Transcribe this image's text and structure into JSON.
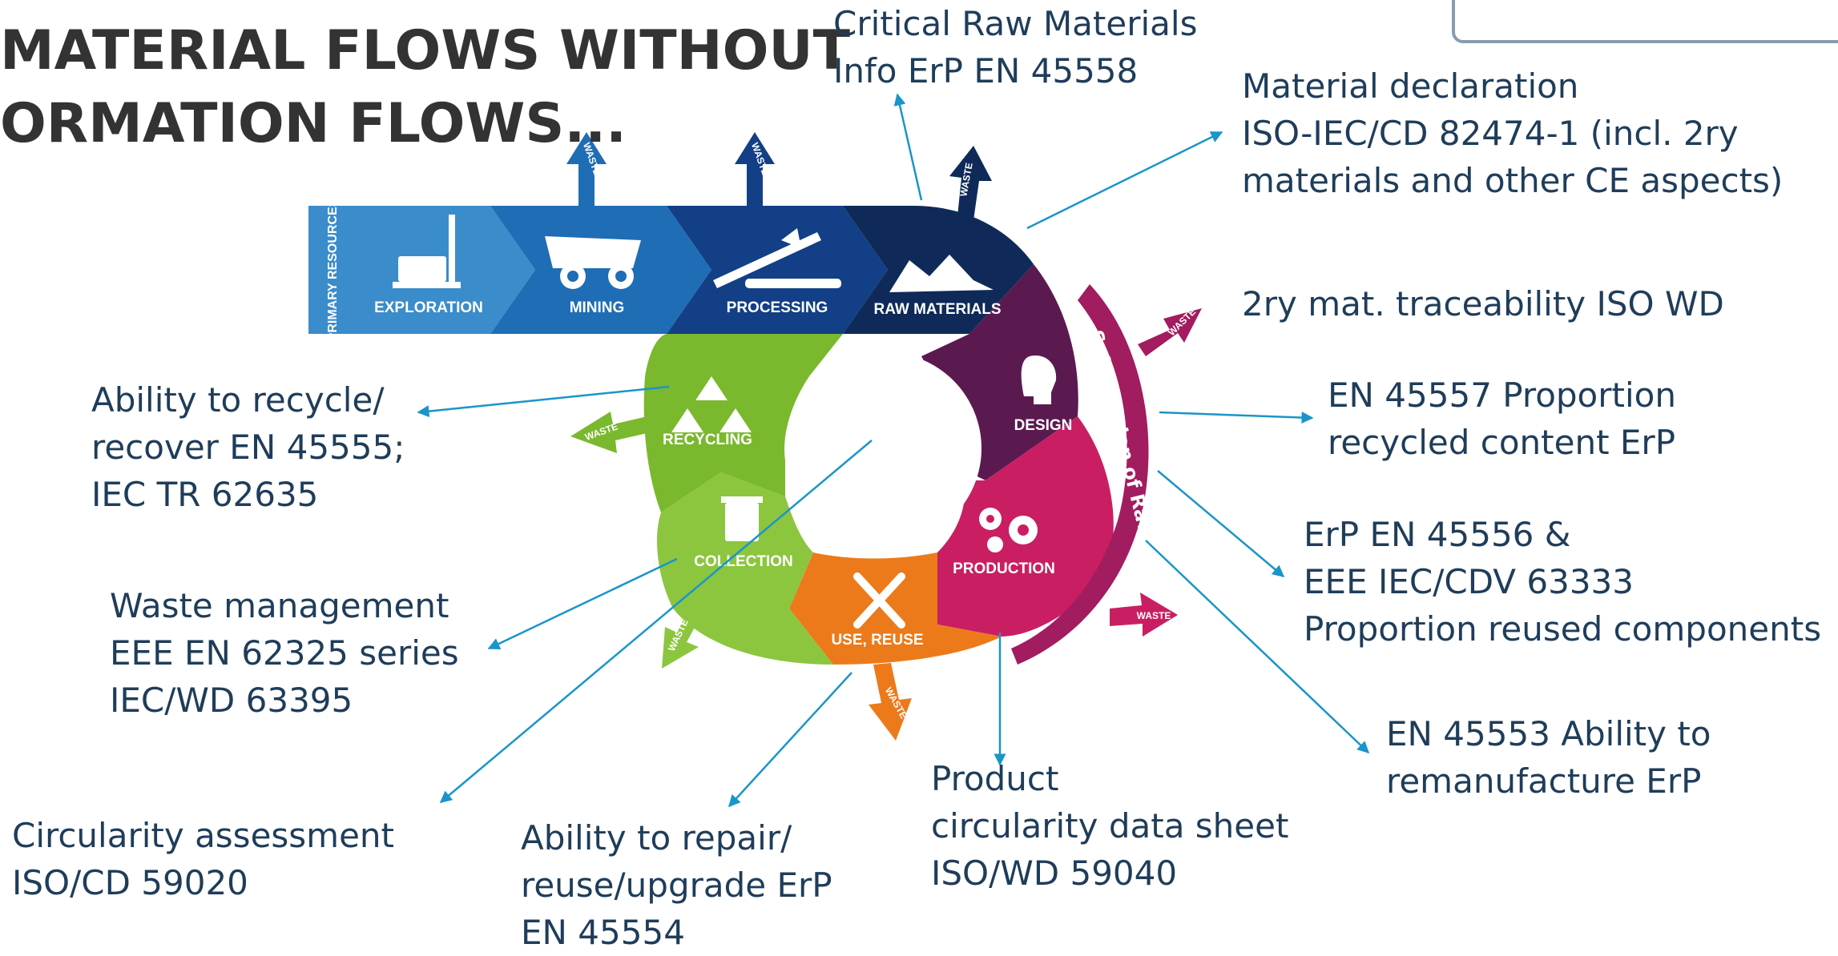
{
  "title": {
    "line1": "MATERIAL FLOWS WITHOUT",
    "line2": "ORMATION FLOWS..."
  },
  "segments": {
    "primary_resources": "PRIMARY RESOURCES",
    "exploration": "EXPLORATION",
    "mining": "MINING",
    "processing": "PROCESSING",
    "raw_materials": "RAW MATERIALS",
    "design": "DESIGN",
    "production": "PRODUCTION",
    "use_reuse": "USE, REUSE",
    "collection": "COLLECTION",
    "recycling": "RECYCLING"
  },
  "waste_label": "WASTE",
  "substitution_label": "Substitution of Raw Materials",
  "labels": {
    "critical_raw": [
      "Critical Raw Materials",
      "Info ErP EN 45558"
    ],
    "material_decl": [
      "Material declaration",
      "ISO-IEC/CD 82474-1 (incl. 2ry",
      "materials and other CE aspects)"
    ],
    "traceability": [
      "2ry mat. traceability ISO WD"
    ],
    "recycled_content": [
      "EN 45557 Proportion",
      "recycled content ErP"
    ],
    "reused_components": [
      "ErP EN 45556 &",
      "EEE IEC/CDV 63333",
      "Proportion reused components"
    ],
    "remanufacture": [
      "EN 45553 Ability to",
      "remanufacture ErP"
    ],
    "product_sheet": [
      "Product",
      "circularity data sheet",
      "ISO/WD 59040"
    ],
    "repair": [
      "Ability to repair/",
      "reuse/upgrade ErP",
      "EN 45554"
    ],
    "circularity": [
      "Circularity assessment",
      "ISO/CD 59020"
    ],
    "waste_mgmt": [
      "Waste management",
      "EEE EN 62325 series",
      "IEC/WD 63395"
    ],
    "recycle": [
      "Ability to recycle/",
      "recover EN 45555;",
      "IEC TR 62635"
    ]
  },
  "colors": {
    "exploration": "#3a8ccb",
    "mining": "#1f6db5",
    "processing": "#123f86",
    "raw_materials": "#0f2a58",
    "design": "#5a1a50",
    "production": "#c91f62",
    "use_reuse": "#ec7a1b",
    "collection": "#8cc63f",
    "recycling": "#7ab82e",
    "substitution": "#a21c60",
    "arrow": "#1a95c9",
    "text": "#1f3d5a"
  }
}
